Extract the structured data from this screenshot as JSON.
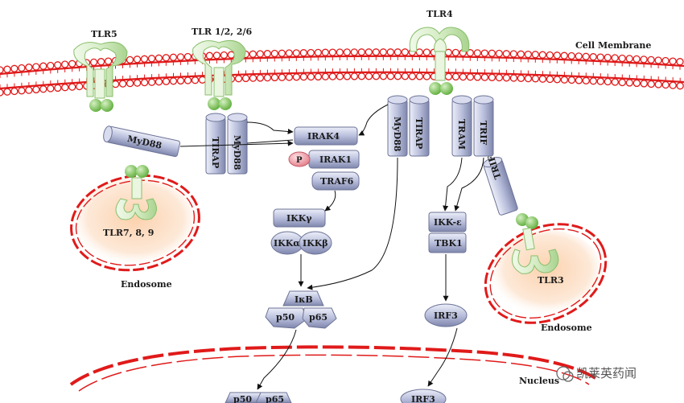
{
  "receptors": {
    "tlr5": "TLR5",
    "tlr12_26": "TLR 1/2, 2/6",
    "tlr4": "TLR4",
    "tlr789": "TLR7, 8, 9",
    "tlr3": "TLR3"
  },
  "compartments": {
    "cell_membrane": "Cell Membrane",
    "endosome_left": "Endosome",
    "endosome_right": "Endosome",
    "nucleus": "Nucleus"
  },
  "adaptors": {
    "myd88_tlr5": "MyD88",
    "tirap_tlr12": "TIRAP",
    "myd88_tlr12": "MyD88",
    "myd88_tlr4": "MyD88",
    "tirap_tlr4": "TIRAP",
    "tram_tlr4": "TRAM",
    "trif_tlr4": "TRIF",
    "trif_tlr3": "TRIF"
  },
  "signaling": {
    "irak4": "IRAK4",
    "phospho": "P",
    "irak1": "IRAK1",
    "traf6": "TRAF6",
    "ikk_gamma": "IKKγ",
    "ikk_alpha": "IKKα",
    "ikk_beta": "IKKβ",
    "ikb": "IκB",
    "p50": "p50",
    "p65": "p65",
    "ikk_epsilon": "IKK-ε",
    "tbk1": "TBK1",
    "irf3": "IRF3"
  },
  "nuclear": {
    "p50": "p50",
    "p65": "p65",
    "irf3": "IRF3"
  },
  "watermark": "凯莱英药闻",
  "colors": {
    "membrane": "#e01a1a",
    "receptor_fill": "#d6edc6",
    "receptor_stroke": "#8bbf6e",
    "tir_green": "#7ec85a",
    "protein_fill": "#b9bfdc",
    "phospho_red": "#f2a0a8",
    "endosome_glow": "#fbd6b8"
  }
}
